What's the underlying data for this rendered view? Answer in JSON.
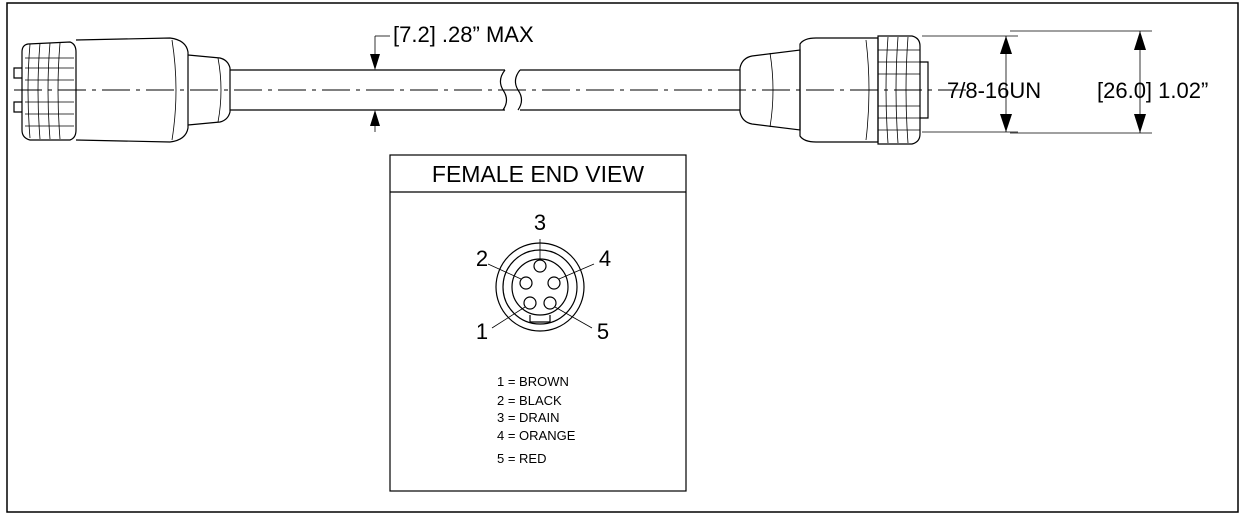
{
  "dimensions": {
    "diameter_label": "[7.2] .28” MAX",
    "thread_label": "7/8-16UN",
    "length_label": "[26.0] 1.02”"
  },
  "end_view": {
    "title": "FEMALE END VIEW",
    "pins": [
      {
        "number": "1"
      },
      {
        "number": "2"
      },
      {
        "number": "3"
      },
      {
        "number": "4"
      },
      {
        "number": "5"
      }
    ],
    "legend": [
      "1  = BROWN",
      "2 = BLACK",
      "3 = DRAIN",
      "4 = ORANGE",
      "5 = RED"
    ]
  }
}
